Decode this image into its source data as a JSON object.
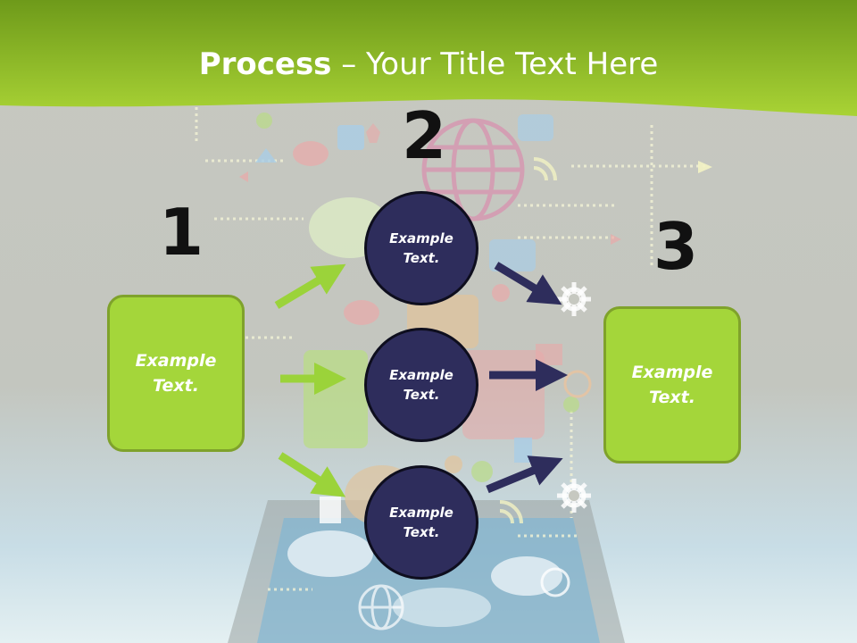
{
  "title": {
    "bold": "Process",
    "rest": " – Your Title Text Here"
  },
  "step_numbers": [
    "1",
    "2",
    "3"
  ],
  "left_box": {
    "line1": "Example",
    "line2": "Text."
  },
  "right_box": {
    "line1": "Example",
    "line2": "Text."
  },
  "circles": [
    {
      "line1": "Example",
      "line2": "Text."
    },
    {
      "line1": "Example",
      "line2": "Text."
    },
    {
      "line1": "Example",
      "line2": "Text."
    }
  ],
  "colors": {
    "banner_green": "#8cc63f",
    "box_green": "#a4d63a",
    "circle_navy": "#2e2d5c",
    "arrow_green": "#9bd33a",
    "arrow_navy": "#2e2d5c"
  }
}
